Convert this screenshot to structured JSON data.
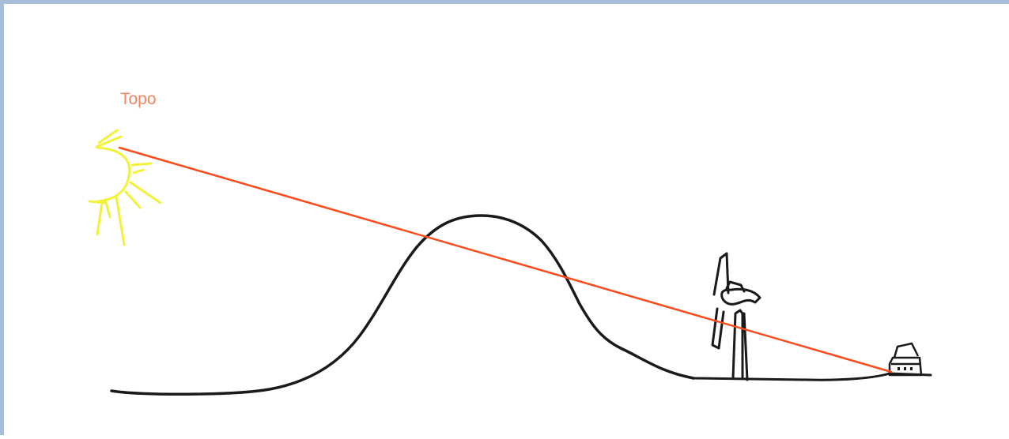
{
  "diagram": {
    "label": "Topo",
    "colors": {
      "label": "#f5845f",
      "sight_line": "#ff4a1c",
      "sun": "#f2f23a",
      "terrain": "#1a1a1a",
      "frame": "#a9bfd9"
    },
    "elements": [
      "sun-icon",
      "sight-line",
      "hill",
      "ground-line",
      "wind-turbine-icon",
      "house-icon"
    ]
  }
}
